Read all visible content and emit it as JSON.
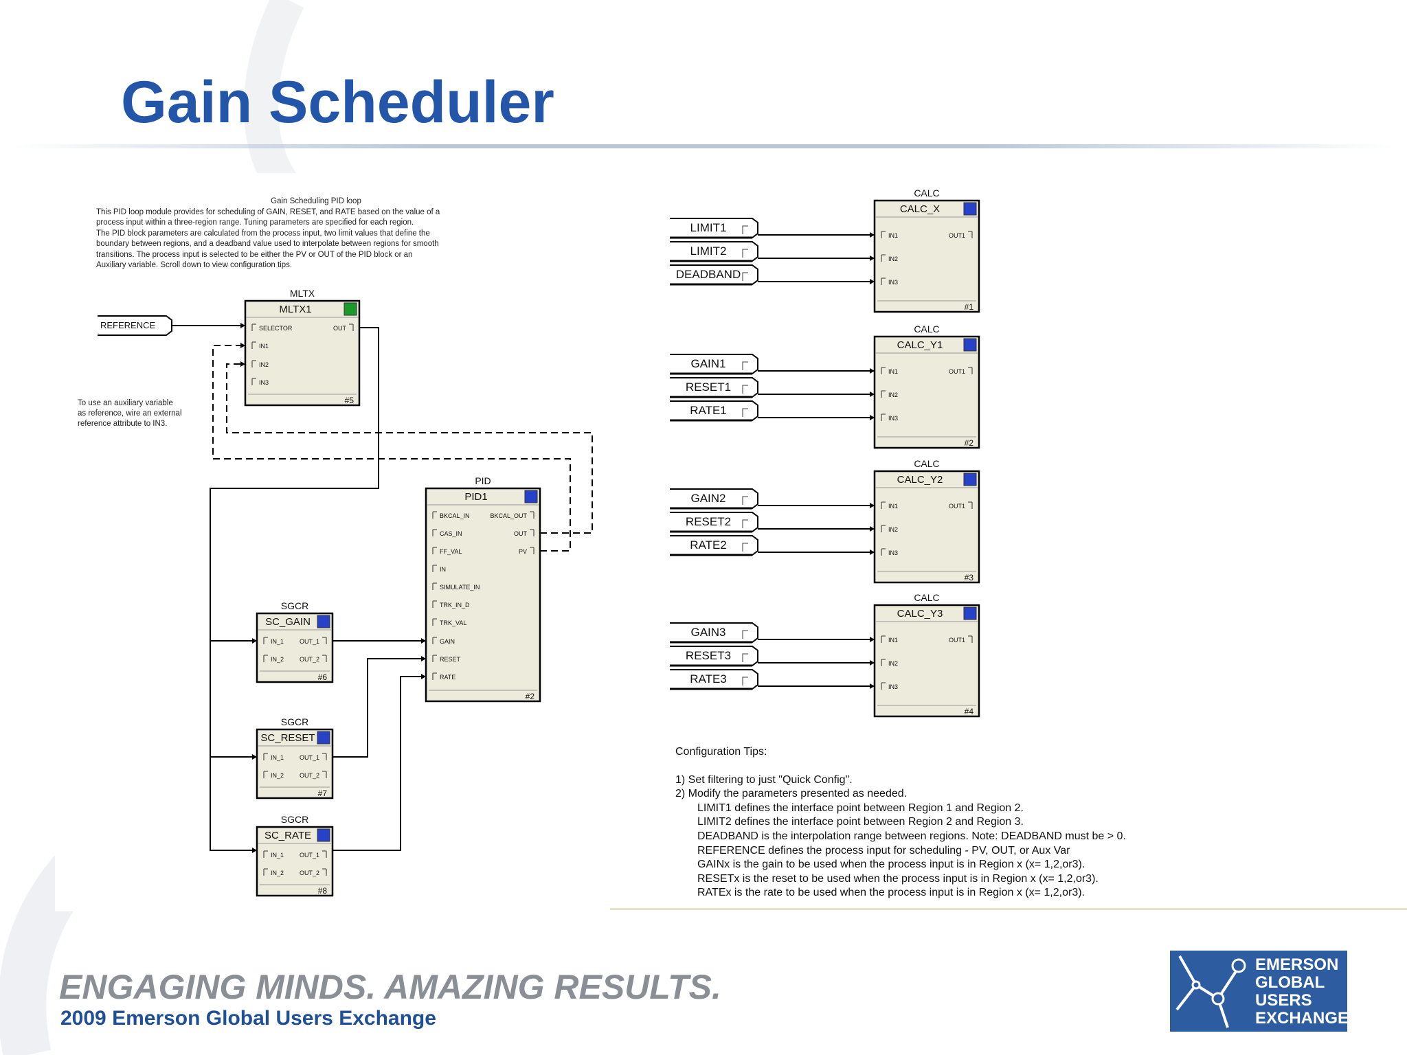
{
  "slide": {
    "title": "Gain Scheduler",
    "footer_tagline": "ENGAGING MINDS. AMAZING RESULTS.",
    "footer_event": "2009 Emerson Global Users Exchange",
    "logo_lines": [
      "EMERSON",
      "GLOBAL",
      "USERS",
      "EXCHANGE"
    ]
  },
  "description": {
    "heading": "Gain Scheduling PID loop",
    "lines": [
      "This PID loop module provides for scheduling of GAIN, RESET, and RATE based on the value of a",
      "process input within a three-region range.  Tuning parameters are specified for each region.",
      "The PID block parameters are calculated from the process input, two limit values that define the",
      "boundary between regions, and a deadband value used to interpolate between regions for smooth",
      "transitions.  The process input is selected to be either the PV or OUT of the PID block or an",
      "Auxiliary variable.   Scroll down to view configuration tips."
    ]
  },
  "aux_note": [
    "To use an auxiliary variable",
    "as reference, wire an external",
    "reference attribute to IN3."
  ],
  "blocks": {
    "mltx": {
      "type": "MLTX",
      "name": "MLTX1",
      "num": "#5",
      "inputs": [
        "SELECTOR",
        "IN1",
        "IN2",
        "IN3"
      ],
      "output": "OUT"
    },
    "pid": {
      "type": "PID",
      "name": "PID1",
      "num": "#2",
      "inputs": [
        "BKCAL_IN",
        "CAS_IN",
        "FF_VAL",
        "IN",
        "SIMULATE_IN",
        "TRK_IN_D",
        "TRK_VAL",
        "GAIN",
        "RESET",
        "RATE"
      ],
      "outputs": [
        "BKCAL_OUT",
        "OUT",
        "PV"
      ]
    },
    "sc_gain": {
      "type": "SGCR",
      "name": "SC_GAIN",
      "num": "#6",
      "inputs": [
        "IN_1",
        "IN_2"
      ],
      "outputs": [
        "OUT_1",
        "OUT_2"
      ]
    },
    "sc_reset": {
      "type": "SGCR",
      "name": "SC_RESET",
      "num": "#7",
      "inputs": [
        "IN_1",
        "IN_2"
      ],
      "outputs": [
        "OUT_1",
        "OUT_2"
      ]
    },
    "sc_rate": {
      "type": "SGCR",
      "name": "SC_RATE",
      "num": "#8",
      "inputs": [
        "IN_1",
        "IN_2"
      ],
      "outputs": [
        "OUT_1",
        "OUT_2"
      ]
    },
    "calc_x": {
      "type": "CALC",
      "name": "CALC_X",
      "num": "#1",
      "inputs": [
        "IN1",
        "IN2",
        "IN3"
      ],
      "output": "OUT1"
    },
    "calc_y1": {
      "type": "CALC",
      "name": "CALC_Y1",
      "num": "#2",
      "inputs": [
        "IN1",
        "IN2",
        "IN3"
      ],
      "output": "OUT1"
    },
    "calc_y2": {
      "type": "CALC",
      "name": "CALC_Y2",
      "num": "#3",
      "inputs": [
        "IN1",
        "IN2",
        "IN3"
      ],
      "output": "OUT1"
    },
    "calc_y3": {
      "type": "CALC",
      "name": "CALC_Y3",
      "num": "#4",
      "inputs": [
        "IN1",
        "IN2",
        "IN3"
      ],
      "output": "OUT1"
    }
  },
  "reference_tag": "REFERENCE",
  "param_tags": {
    "x": [
      "LIMIT1",
      "LIMIT2",
      "DEADBAND"
    ],
    "y1": [
      "GAIN1",
      "RESET1",
      "RATE1"
    ],
    "y2": [
      "GAIN2",
      "RESET2",
      "RATE2"
    ],
    "y3": [
      "GAIN3",
      "RESET3",
      "RATE3"
    ]
  },
  "tips": {
    "heading": "Configuration Tips:",
    "items": [
      "1)  Set filtering to just \"Quick Config\".",
      "2)  Modify the parameters presented as needed."
    ],
    "details": [
      "LIMIT1 defines the interface point between Region 1 and Region 2.",
      "LIMIT2 defines the interface point between Region 2 and Region 3.",
      "DEADBAND is the interpolation range between regions. Note: DEADBAND must be > 0.",
      "REFERENCE defines the process input for scheduling - PV, OUT, or Aux Var",
      "GAINx is the gain to be used when the process input is in Region x (x= 1,2,or3).",
      "RESETx is the reset to be used when the process input is in Region x (x= 1,2,or3).",
      "RATEx is the rate to be used when the process input is in Region x (x= 1,2,or3)."
    ]
  },
  "colors": {
    "title": "#2356a8",
    "block_fill": "#ecebdc",
    "block_icon": "#2742c8",
    "mltx_icon": "#1a9a2a",
    "footer_blue": "#1f4f96",
    "footer_gray": "#8a8f96",
    "logo_bg": "#2d5da0"
  }
}
